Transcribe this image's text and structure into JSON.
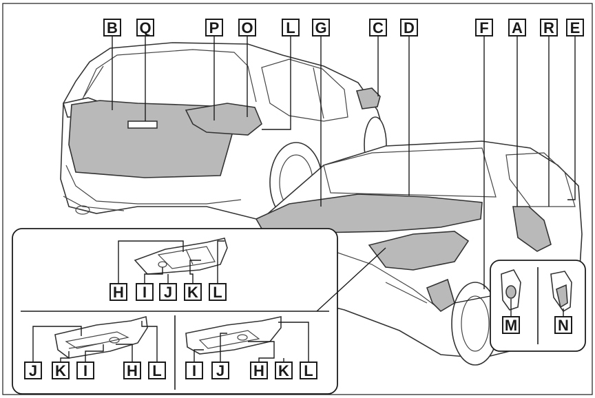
{
  "callouts": {
    "B": "B",
    "Q": "Q",
    "P": "P",
    "O": "O",
    "L": "L",
    "G": "G",
    "C": "C",
    "D": "D",
    "F": "F",
    "A": "A",
    "R": "R",
    "E": "E",
    "M": "M",
    "N": "N",
    "inset_top": [
      "H",
      "I",
      "J",
      "K",
      "L"
    ],
    "inset_bottom_left": [
      "J",
      "K",
      "I",
      "H",
      "L"
    ],
    "inset_bottom_right": [
      "I",
      "J",
      "H",
      "K",
      "L"
    ]
  },
  "colors": {
    "highlight": "#b9b9b9",
    "line": "#1a1a1a",
    "background": "#ffffff"
  }
}
